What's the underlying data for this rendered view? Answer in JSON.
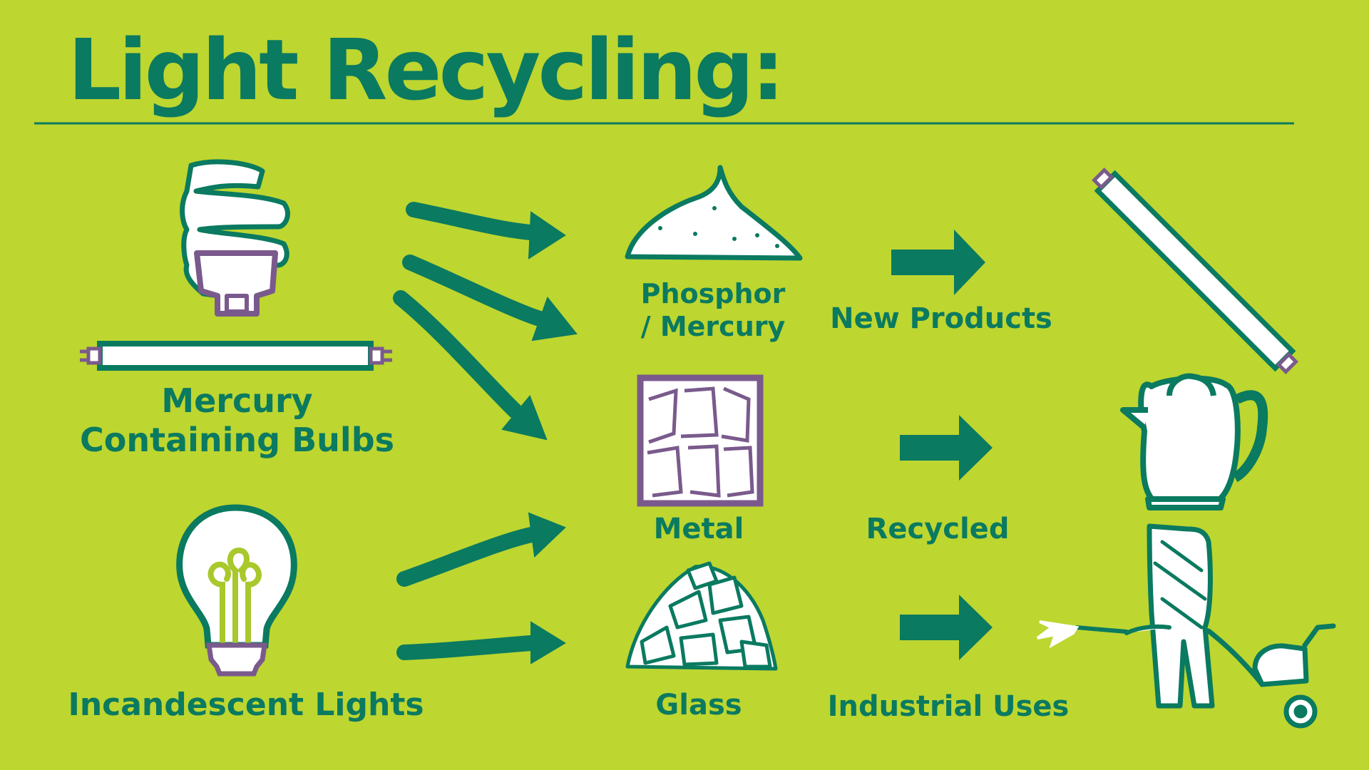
{
  "title": "Light Recycling:",
  "sources": {
    "mercury_line1": "Mercury",
    "mercury_line2": "Containing Bulbs",
    "incandescent": "Incandescent Lights"
  },
  "materials": {
    "phosphor_line1": "Phosphor",
    "phosphor_line2": "/ Mercury",
    "metal": "Metal",
    "glass": "Glass"
  },
  "outcomes": {
    "new_products": "New Products",
    "recycled": "Recycled",
    "industrial": "Industrial Uses"
  },
  "colors": {
    "background": "#bdd630",
    "teal": "#0a7a60",
    "purple": "#7a5a8c",
    "white": "#ffffff"
  }
}
